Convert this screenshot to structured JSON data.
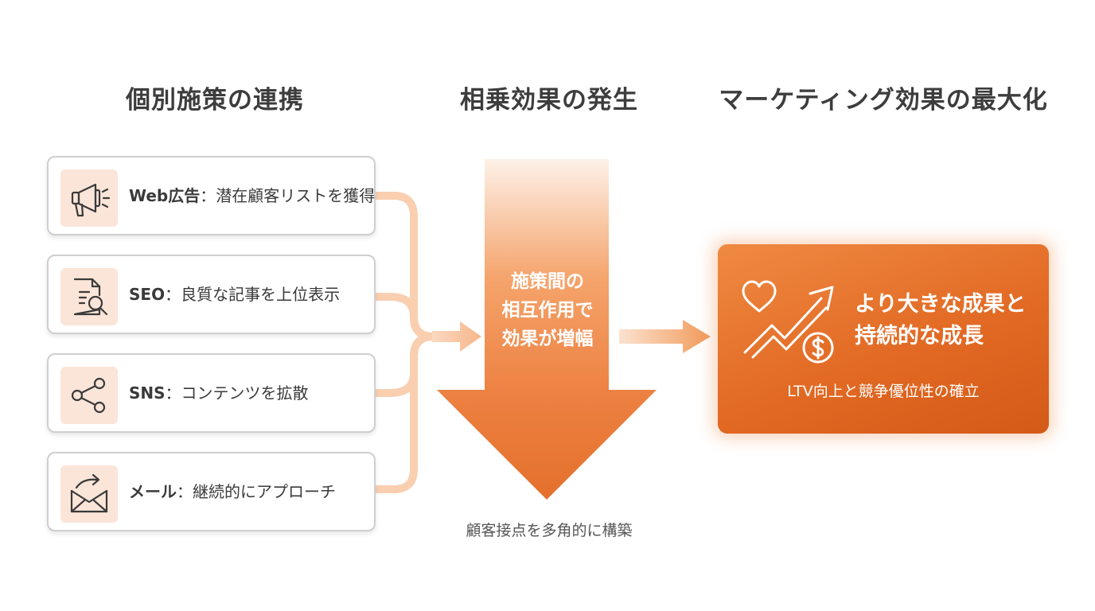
{
  "headings": {
    "individual": "個別施策の連携",
    "synergy": "相乗効果の発生",
    "maximize": "マーケティング効果の最大化"
  },
  "cards": [
    {
      "title": "Web広告",
      "desc": "：潜在顧客リストを獲得",
      "icon": "megaphone-icon"
    },
    {
      "title": "SEO",
      "desc": "：良質な記事を上位表示",
      "icon": "document-search-icon"
    },
    {
      "title": "SNS",
      "desc": "：コンテンツを拡散",
      "icon": "share-icon"
    },
    {
      "title": "メール",
      "desc": "：継続的にアプローチ",
      "icon": "email-forward-icon"
    }
  ],
  "center": {
    "line1": "施策間の",
    "line2": "相互作用で",
    "line3": "効果が増幅",
    "caption": "顧客接点を多角的に構築"
  },
  "result": {
    "line1": "より大きな成果と",
    "line2": "持続的な成長",
    "sub": "LTV向上と競争優位性の確立",
    "icon": "heart-growth-dollar-icon"
  },
  "colors": {
    "accent": "#e8732f",
    "connector": "#f8c9a6",
    "icon_bg": "#fbe5d9"
  }
}
